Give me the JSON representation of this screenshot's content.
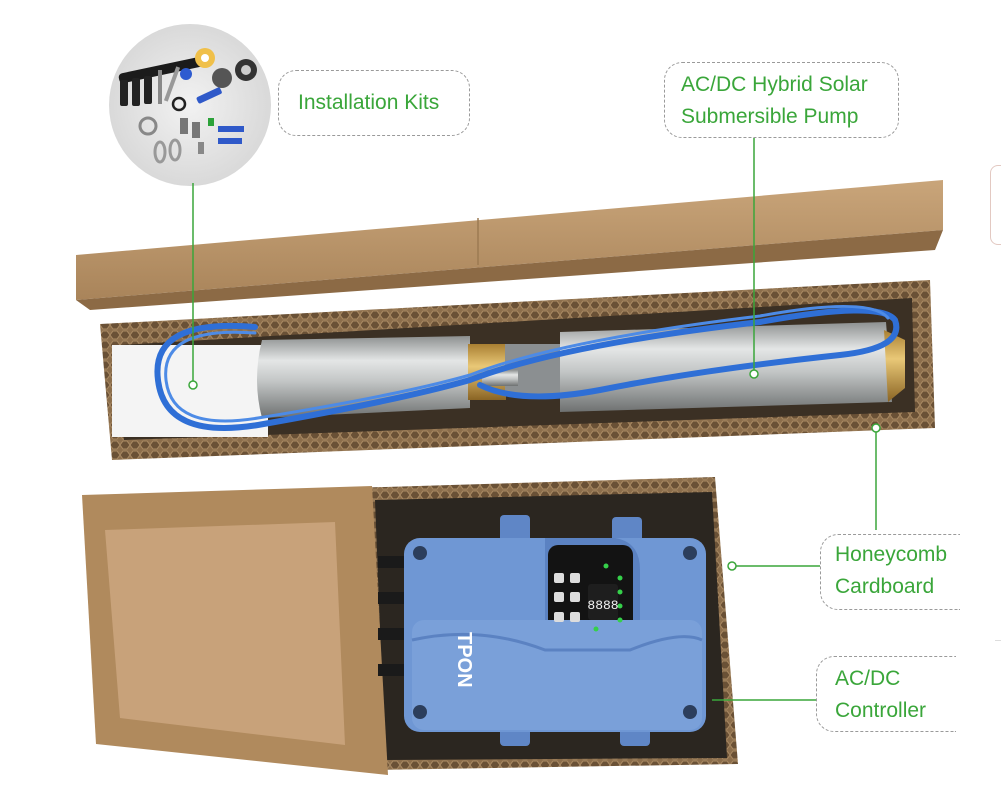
{
  "labels": {
    "installation_kits": "Installation Kits",
    "pump_line1": "AC/DC Hybrid Solar",
    "pump_line2": "Submersible Pump",
    "honeycomb_line1": "Honeycomb",
    "honeycomb_line2": "Cardboard",
    "controller_line1": "AC/DC",
    "controller_line2": "Controller"
  },
  "controller": {
    "brand": "TPON",
    "display": "8888"
  },
  "colors": {
    "label_text": "#3aa63a",
    "leader_line": "#3aa63a",
    "cardboard": "#b08a5d",
    "controller_blue": "#6f97d4",
    "pump_steel": "#b9bcbc",
    "cable_blue": "#2f6fd6"
  }
}
